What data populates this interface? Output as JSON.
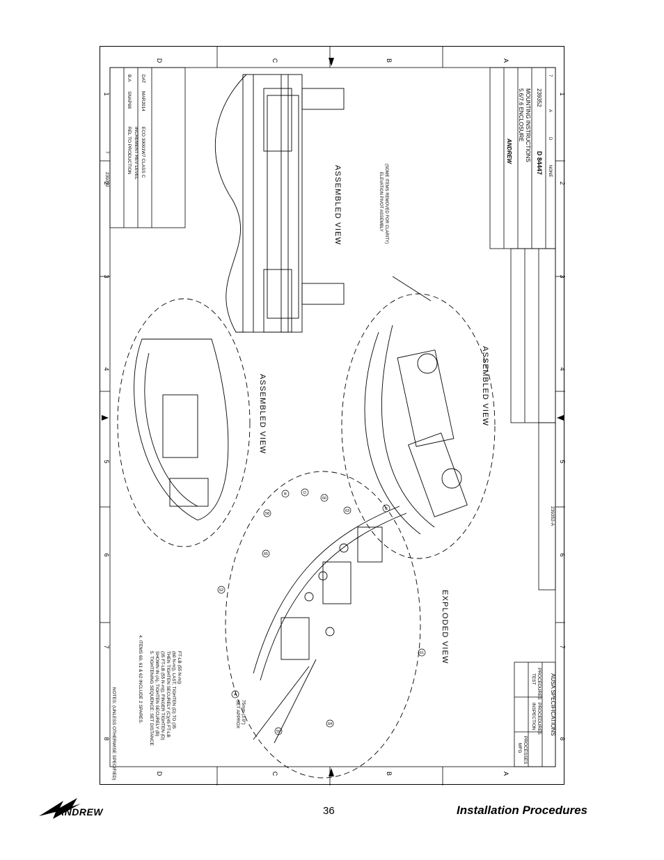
{
  "drawing": {
    "zone_letters": [
      "A",
      "B",
      "C",
      "D"
    ],
    "zone_numbers": [
      "1",
      "2",
      "3",
      "4",
      "5",
      "6",
      "7",
      "8"
    ],
    "views": {
      "upper_right": "ASSEMBLED VIEW",
      "upper_left": "ASSEMBLED VIEW",
      "pivot": "ASSEMBLED VIEW",
      "exploded": "EXPLODED VIEW"
    },
    "pivot_callout": [
      "ELEVATION PIVOT ASSEMBLY",
      "(SOME ITEMS REMOVED FOR CLARITY)"
    ],
    "notes": [
      "NOTES: (UNLESS OTHERWISE SPECIFIED)",
      "4. ITEMS 60, 61 & 62 INCLUDE 2 SPARES.",
      "5. TIGHTENING SEQUENCE: SET DISTANCE",
      "SHOWN IN (A), TIGHTEN SECURELY (B)",
      "(35 FT-LB (55 N-m)), FINGER TIGHTEN (D)",
      "THEN TIGHTEN SECURELY (C)(45 FT-LB",
      "(60 N-m)), LAST, TIGHTEN (D) TO (35",
      "FT-LB (55 N-m))"
    ],
    "set_approx": [
      "SET APPROX",
      "75mm (3.0\")"
    ],
    "item_labels": [
      "A",
      "B",
      "C",
      "D",
      "58",
      "59",
      "60",
      "61",
      "62",
      "63",
      "64",
      "65"
    ],
    "revision": {
      "number": "239352",
      "sheet": "7",
      "rows": [
        {
          "desc": "REL TO PRODUCTION",
          "date": "SNAP98",
          "by": "B.A"
        },
        {
          "desc": "INCREMENT REV LEVEL",
          "date": "",
          "by": ""
        },
        {
          "desc": "ECO 30001W7 CLASS C",
          "date": "MAR2014",
          "by": "DAT"
        }
      ]
    },
    "title_block": {
      "company": "ANDREW",
      "title_lines": [
        "5.6/7.6 ENCLOSURE",
        "MOUNTING INSTRUCTIONS"
      ],
      "drawing_number": "D 84447",
      "part_number": "239352",
      "scale": "NONE",
      "size": "D",
      "sheet": "7",
      "rev": "A"
    },
    "spec_block": {
      "name": "AUSA SPECIFICATIONS",
      "cols": [
        {
          "top": "MFG",
          "bottom": "PROCESSES"
        },
        {
          "top": "INSPECTION",
          "bottom": "PROCEDURES"
        },
        {
          "top": "TEST",
          "bottom": "PROCEDURES"
        }
      ]
    },
    "bottom_ref": "239352-A"
  },
  "footer": {
    "company": "ANDREW",
    "page_number": "36",
    "section_title": "Installation Procedures"
  }
}
